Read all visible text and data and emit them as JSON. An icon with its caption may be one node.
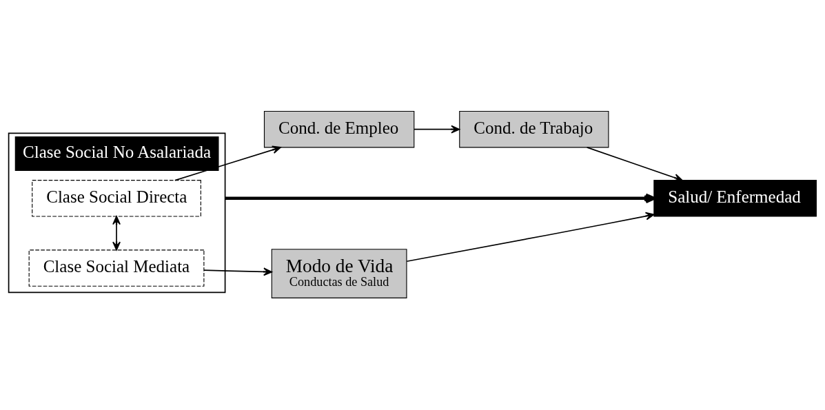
{
  "diagram": {
    "nodes": [
      {
        "text": [
          "Clase Social No Asalariada"
        ]
      },
      {
        "text": [
          "Clase Social Directa"
        ],
        "in": 0
      },
      {
        "text": [
          "Clase Social Mediata"
        ],
        "in": 0
      },
      {
        "text": [
          "Cond. de Empleo"
        ]
      },
      {
        "text": [
          "Cond. de Trabajo"
        ]
      },
      {
        "text": [
          "Modo de Vida",
          "Conductas de Salud"
        ]
      },
      {
        "text": [
          "Salud/ Enfermedad"
        ]
      }
    ],
    "edges": [
      {
        "from": 0,
        "to": 6,
        "arrow": "to",
        "style": "thick"
      },
      {
        "from": 1,
        "to": 3,
        "arrow": "to"
      },
      {
        "from": 3,
        "to": 4,
        "arrow": "to"
      },
      {
        "from": 4,
        "to": 6,
        "arrow": "to"
      },
      {
        "from": 1,
        "to": 2,
        "arrow": "both"
      },
      {
        "from": 2,
        "to": 5,
        "arrow": "to"
      },
      {
        "from": 5,
        "to": 6,
        "arrow": "to"
      }
    ]
  }
}
